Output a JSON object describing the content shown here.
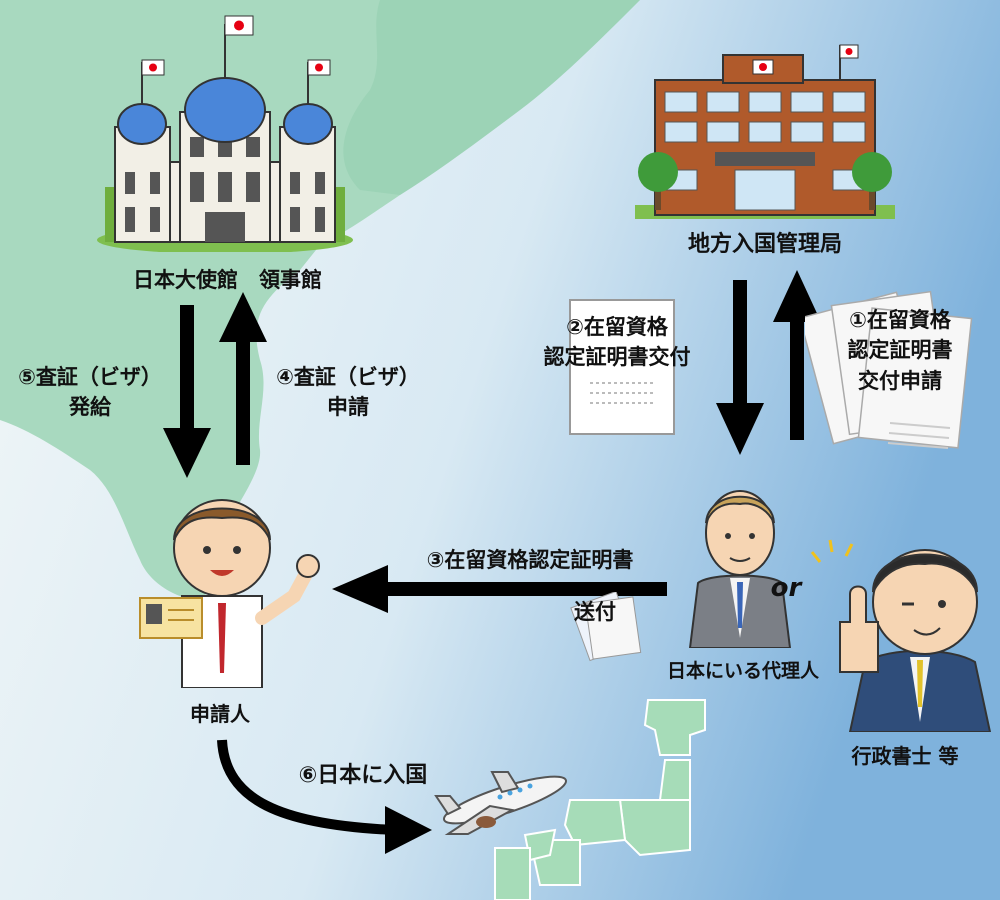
{
  "nodes": {
    "embassy": "日本大使館　領事館",
    "immigration": "地方入国管理局",
    "applicant": "申請人",
    "agent": "日本にいる代理人",
    "scrivener": "行政書士 等",
    "or": "or"
  },
  "steps": {
    "s1": [
      "①在留資格",
      "認定証明書",
      "交付申請"
    ],
    "s2": [
      "②在留資格",
      "認定証明書交付"
    ],
    "s3a": "③在留資格認定証明書",
    "s3b": "送付",
    "s4": [
      "④査証（ビザ）",
      "申請"
    ],
    "s5": [
      "⑤査証（ビザ）",
      "発給"
    ],
    "s6": "⑥日本に入国"
  },
  "colors": {
    "land": "#8fd0ad",
    "sea_light": "#eaf3f8",
    "sea_dark": "#7fb2dc",
    "japan": "#a6dcb8",
    "arrow": "#000000",
    "dome": "#4a86d9",
    "brick": "#b05a2b"
  }
}
